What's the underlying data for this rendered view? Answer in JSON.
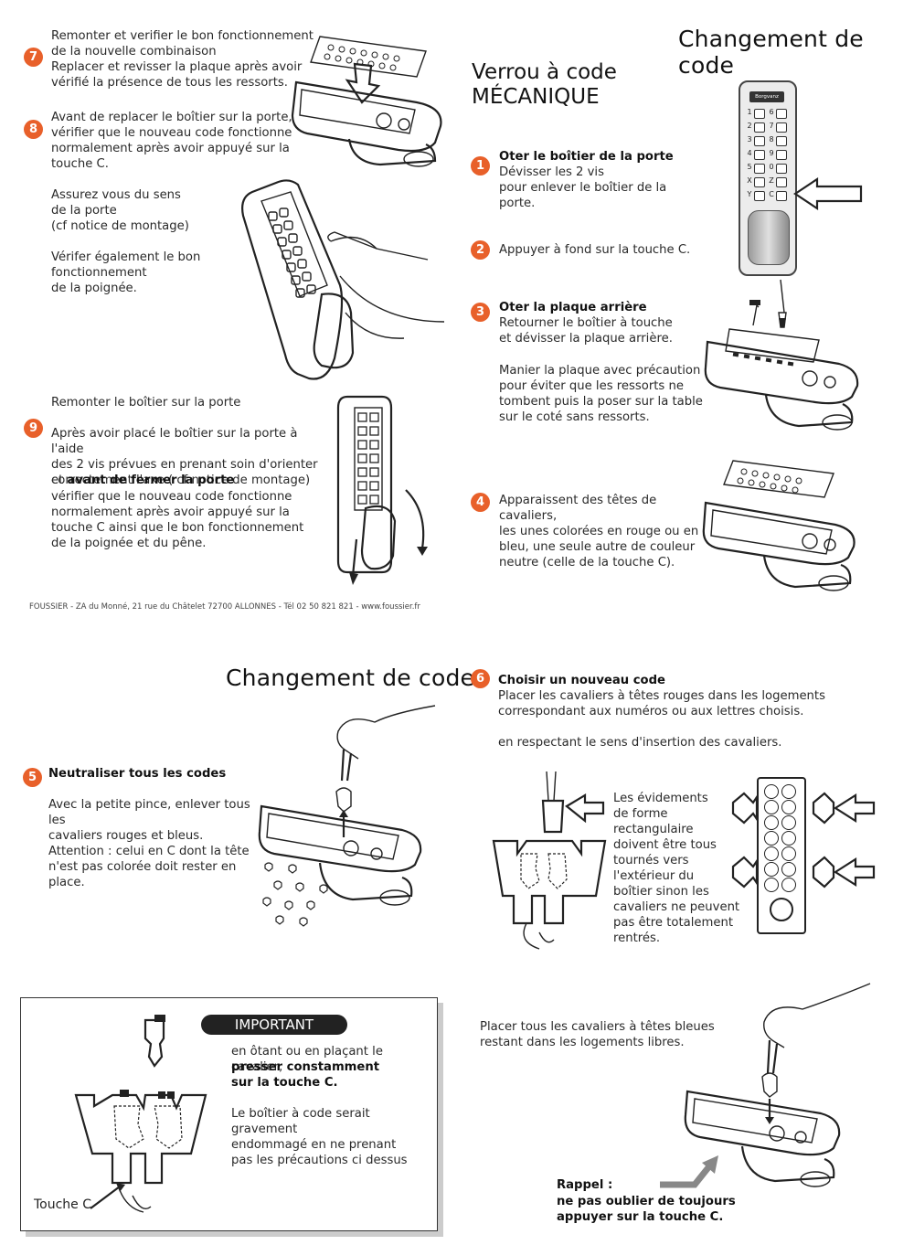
{
  "title_top": "Changement de code",
  "subtitle": [
    "Verrou à code",
    "MÉCANIQUE"
  ],
  "steps": {
    "s1": {
      "num": "1",
      "title": "Oter le boîtier de la porte",
      "text": "Dévisser les 2 vis\npour enlever le boîtier de la\nporte."
    },
    "s2": {
      "num": "2",
      "text": "Appuyer à fond sur la touche C."
    },
    "s3": {
      "num": "3",
      "title": "Oter la plaque arrière",
      "text": "Retourner le boîtier à touche\net dévisser la plaque arrière.",
      "text2": "Manier la plaque avec précaution\npour éviter que les ressorts ne\ntombent puis la poser sur la table\nsur le coté sans ressorts."
    },
    "s4": {
      "num": "4",
      "text": "Apparaissent des têtes de cavaliers,\nles unes colorées en rouge ou en\nbleu, une seule autre de couleur\nneutre (celle de la touche C)."
    },
    "s5": {
      "num": "5",
      "title": "Neutraliser tous les codes",
      "text": "Avec la petite pince, enlever tous les\ncavaliers rouges et bleus.",
      "text2": "Attention : celui en C dont la tête\nn'est pas colorée doit rester en place."
    },
    "s6": {
      "num": "6",
      "title": "Choisir un nouveau code",
      "text": "Placer les cavaliers à têtes rouges dans les logements\ncorrespondant aux numéros ou aux lettres choisis.",
      "text2": "en respectant le sens d'insertion des cavaliers.",
      "note": "Les évidements\nde forme\nrectangulaire\ndoivent être tous\ntournés vers\nl'extérieur du\nboîtier sinon les\ncavaliers ne peuvent\npas être totalement\nrentrés."
    },
    "s7": {
      "num": "7",
      "text": "Remonter et verifier le bon fonctionnement\nde la nouvelle combinaison\nReplacer et revisser la plaque après avoir\nvérifié la présence de tous les ressorts."
    },
    "s8": {
      "num": "8",
      "text": "Avant de replacer le boîtier sur la porte,\nvérifier que le nouveau code fonctionne\nnormalement après avoir appuyé sur la\ntouche C.",
      "text2": "Assurez vous du sens\nde la porte\n(cf notice de montage)",
      "text3": "Vérifer également le bon\nfonctionnement\nde la poignée."
    },
    "s9": {
      "num": "9",
      "head": "Remonter le boîtier sur la porte",
      "text": "Après avoir placé le boîtier sur la porte à l'aide\ndes 2 vis prévues en prenant soin d'orienter\ncorrectement l'axe ( cf notice de montage)",
      "text_et": "et ",
      "text_bold": "avant de fermer la porte",
      "text3": "vérifier que le nouveau code fonctionne\nnormalement après avoir appuyé sur la\ntouche C ainsi que le bon fonctionnement\nde la poignée et du pêne."
    }
  },
  "footer": "FOUSSIER - ZA du Monné, 21 rue du Châtelet 72700 ALLONNES - Tél 02 50 821 821 - www.foussier.fr",
  "title_bottom": "Changement de code",
  "important": {
    "label": "IMPORTANT",
    "text1": "en ôtant ou en plaçant le cavalier,",
    "bold": "presser constamment\nsur la touche C.",
    "text2": "Le boîtier à  code serait gravement\nendommagé en ne prenant\npas les précautions ci dessus",
    "touche": "Touche C"
  },
  "blue": {
    "text": "Placer tous les cavaliers à têtes bleues\nrestant dans les logements libres."
  },
  "rappel": {
    "title": "Rappel :",
    "text": "ne pas oublier de toujours\nappuyer sur la touche C."
  },
  "keypad_labels": [
    "1",
    "6",
    "2",
    "7",
    "3",
    "8",
    "4",
    "9",
    "5",
    "0",
    "X",
    "Z",
    "Y",
    "C"
  ],
  "brand_label": "Borgvanz",
  "accent": "#e8602a"
}
